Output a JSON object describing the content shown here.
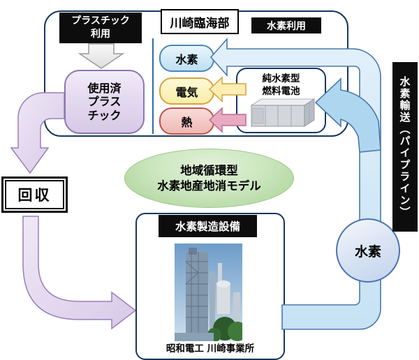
{
  "region": {
    "title": "川崎臨海部"
  },
  "plastic": {
    "header": "プラスチック\n利用",
    "used_box": "使用済\nプラス\nチック"
  },
  "usage": {
    "header": "水素利用",
    "pills": [
      {
        "id": "hydrogen",
        "label": "水素",
        "fill": "#bedff2",
        "border": "#4b86b8"
      },
      {
        "id": "electricity",
        "label": "電気",
        "fill": "#faeea8",
        "border": "#d8a23a"
      },
      {
        "id": "heat",
        "label": "熱",
        "fill": "#efb9b3",
        "border": "#c0504d"
      }
    ],
    "fuel_cell": {
      "label": "純水素型\n燃料電池"
    }
  },
  "model": {
    "label": "地域循環型\n水素地産地消モデル"
  },
  "recovery": {
    "label": "回収"
  },
  "plant": {
    "header": "水素製造設備",
    "caption": "昭和電工 川崎事業所"
  },
  "pipeline": {
    "label": "水素輸送（パイプライン）",
    "node": "水素"
  },
  "colors": {
    "frame_border": "#17375e",
    "divider_line": "#2e6da4",
    "pipe_fill": "#d4e9f7",
    "branch_arrow_fill": "#aed7ef",
    "pipe_stroke": "#4a78ac",
    "yellow_arrow": "#fdeeb4",
    "pink_arrow": "#e9abc1",
    "purple_arrow": "#e3d7ef",
    "gray_arrow": "#ededed",
    "green_ellipse": "#b9dca6",
    "header_bg": "#0d0d0d"
  }
}
